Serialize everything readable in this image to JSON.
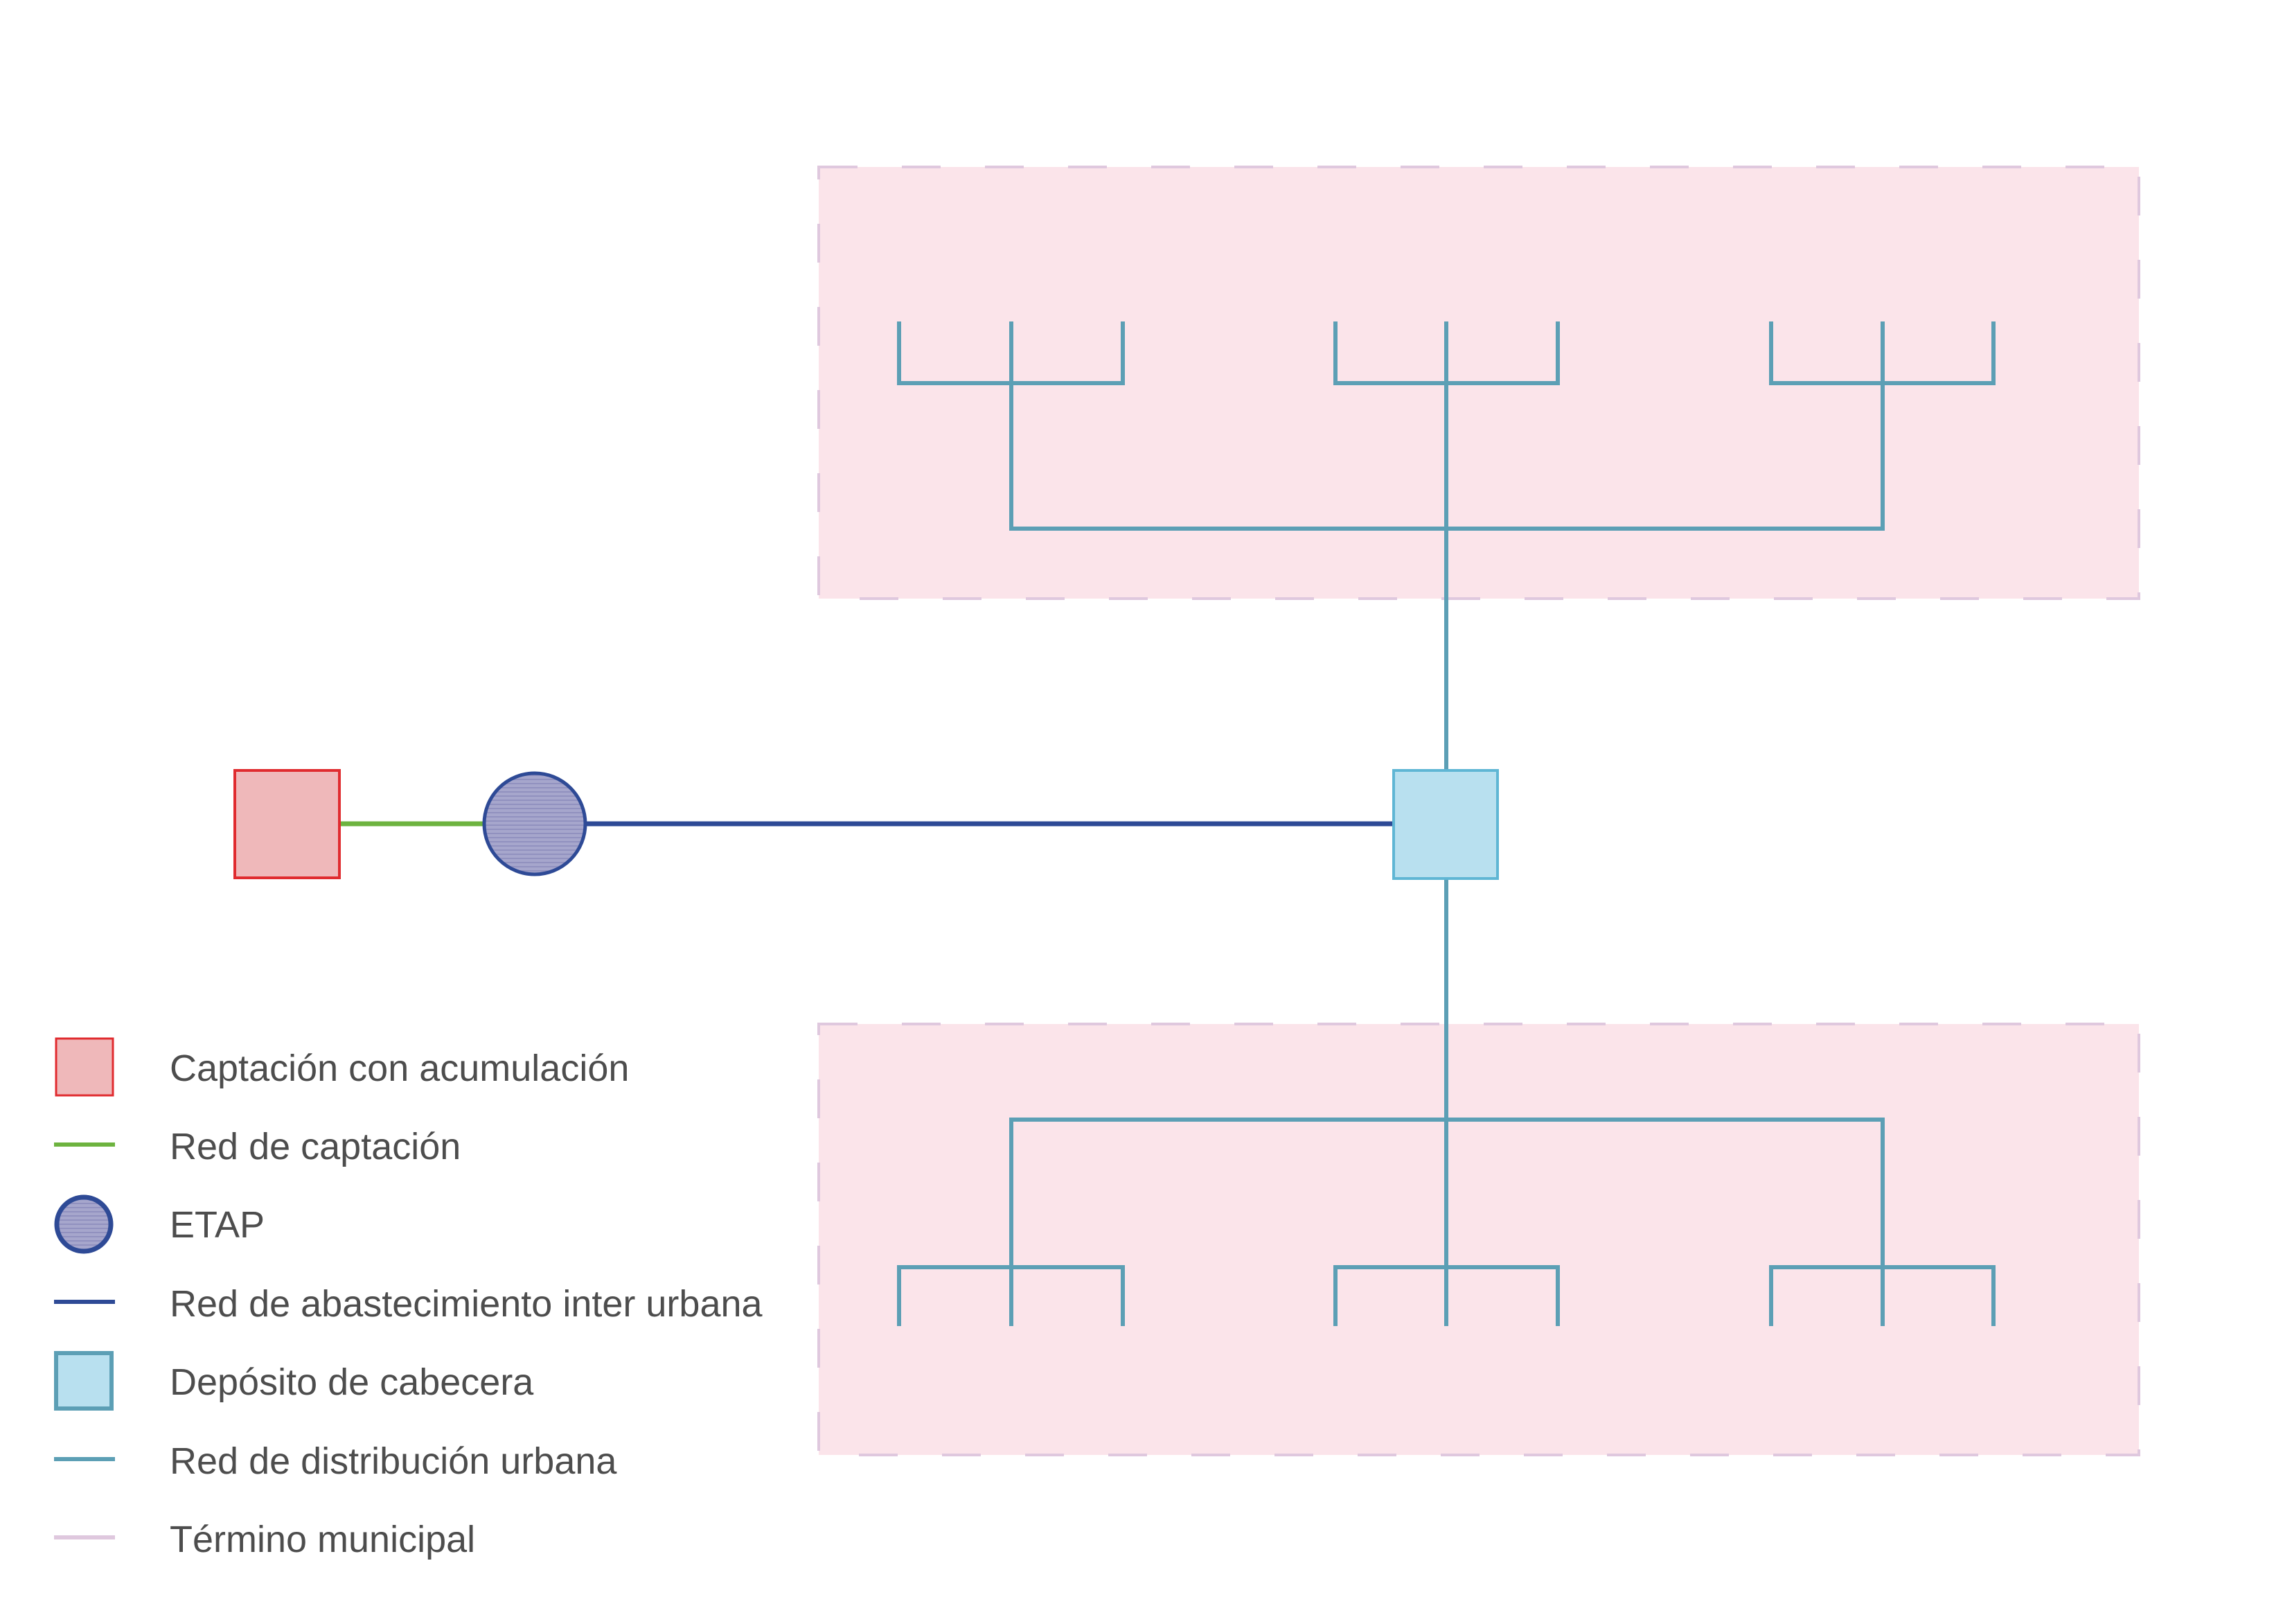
{
  "colors": {
    "catchment_fill": "#efb8ba",
    "catchment_stroke": "#e02b2f",
    "catchment_network": "#6db33f",
    "etap_fill": "#a6a6cc",
    "etap_stroke": "#2e4a96",
    "inter_urban_network": "#2e4a96",
    "tank_fill": "#b8e0ef",
    "tank_stroke": "#5fb6d4",
    "distribution_network": "#5c9fb5",
    "municipal_fill": "#fbe4ea",
    "municipal_border": "#dfc8de"
  },
  "legend": {
    "items": [
      {
        "id": "catchment",
        "label": "Captación con acumulación"
      },
      {
        "id": "catchment_network",
        "label": "Red de captación"
      },
      {
        "id": "etap",
        "label": "ETAP"
      },
      {
        "id": "inter_urban_network",
        "label": "Red de abastecimiento inter urbana"
      },
      {
        "id": "tank",
        "label": "Depósito de cabecera"
      },
      {
        "id": "distribution_network",
        "label": "Red de distribución urbana"
      },
      {
        "id": "municipal_boundary",
        "label": "Término municipal"
      }
    ]
  }
}
